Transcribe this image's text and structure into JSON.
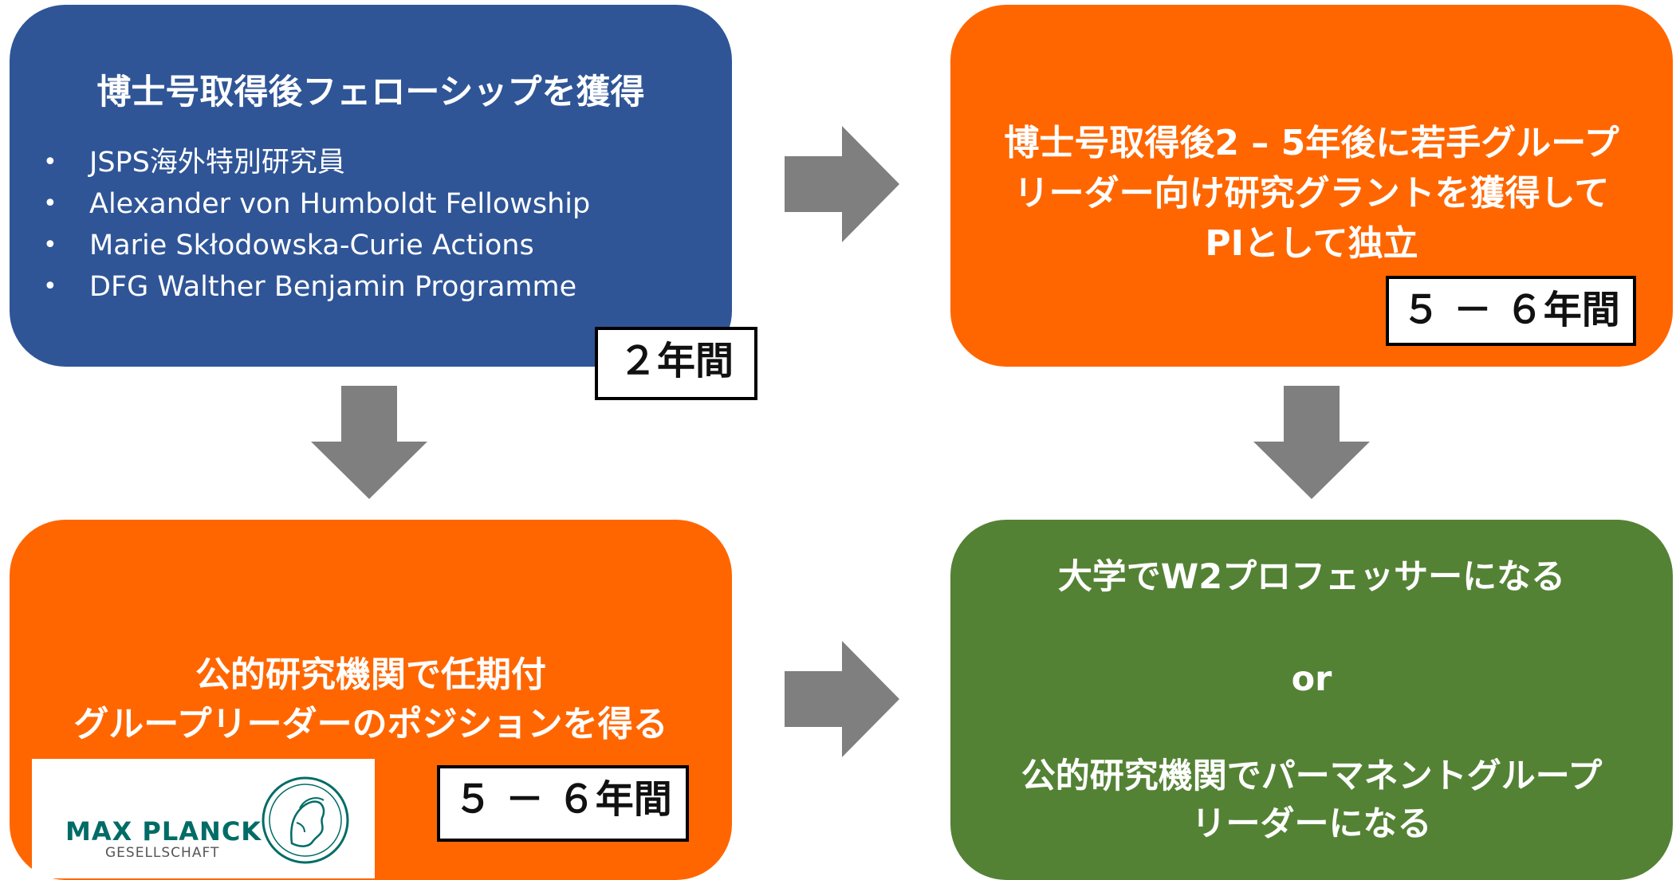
{
  "boxes": {
    "top_left": {
      "title": "博士号取得後フェローシップを獲得",
      "bullets": [
        "JSPS海外特別研究員",
        "Alexander von Humboldt Fellowship",
        "Marie Skłodowska-Curie Actions",
        "DFG Walther Benjamin Programme"
      ],
      "duration": "２年間"
    },
    "top_right": {
      "title_lines": [
        "博士号取得後2 – 5年後に若手グループ",
        "リーダー向け研究グラントを獲得して",
        "PIとして独立"
      ],
      "duration": "５ － ６年間"
    },
    "bottom_left": {
      "title_lines": [
        "公的研究機関で任期付",
        "グループリーダーのポジションを得る"
      ],
      "duration": "５ － ６年間",
      "logo": {
        "name": "MAX PLANCK",
        "sub": "GESELLSCHAFT",
        "icon": "minerva-seal-icon"
      }
    },
    "bottom_right": {
      "line1": "大学でW2プロフェッサーになる",
      "or": "or",
      "line2_lines": [
        "公的研究機関でパーマネントグループ",
        "リーダーになる"
      ]
    }
  },
  "colors": {
    "blue": "#2f5597",
    "orange": "#ff6600",
    "green": "#548235",
    "arrow": "#7f7f7f",
    "logo_green": "#006c66"
  }
}
